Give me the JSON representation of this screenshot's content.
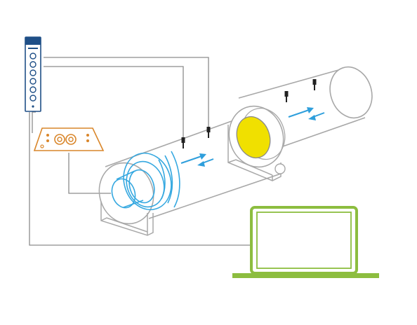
{
  "diagram": {
    "colors": {
      "background": "#ffffff",
      "tube": "#a8a8a8",
      "cable": "#8c8c8c",
      "speaker": "#35a8e0",
      "arrow": "#2f9fdc",
      "sample": "#f0e000",
      "sample_outline": "#8a8a8a",
      "laptop": "#8cbd3f",
      "amplifier": "#d9862a",
      "daq_box": "#1f4f87",
      "microphone": "#222222"
    },
    "components": [
      {
        "name": "data-acquisition-module",
        "icon": "daq-module-icon"
      },
      {
        "name": "power-amplifier",
        "icon": "amplifier-icon"
      },
      {
        "name": "loudspeaker",
        "icon": "speaker-icon"
      },
      {
        "name": "impedance-tube",
        "icon": "tube-icon"
      },
      {
        "name": "test-sample",
        "icon": "sample-disc-icon"
      },
      {
        "name": "microphones",
        "count": 4,
        "icon": "microphone-icon"
      },
      {
        "name": "laptop",
        "icon": "laptop-icon"
      }
    ],
    "sound_waves": [
      {
        "from": "speaker",
        "toward": "sample",
        "direction": "forward"
      },
      {
        "from": "sample",
        "toward": "speaker",
        "direction": "reflected"
      },
      {
        "from": "sample",
        "toward": "tube-end",
        "direction": "transmitted"
      }
    ]
  }
}
